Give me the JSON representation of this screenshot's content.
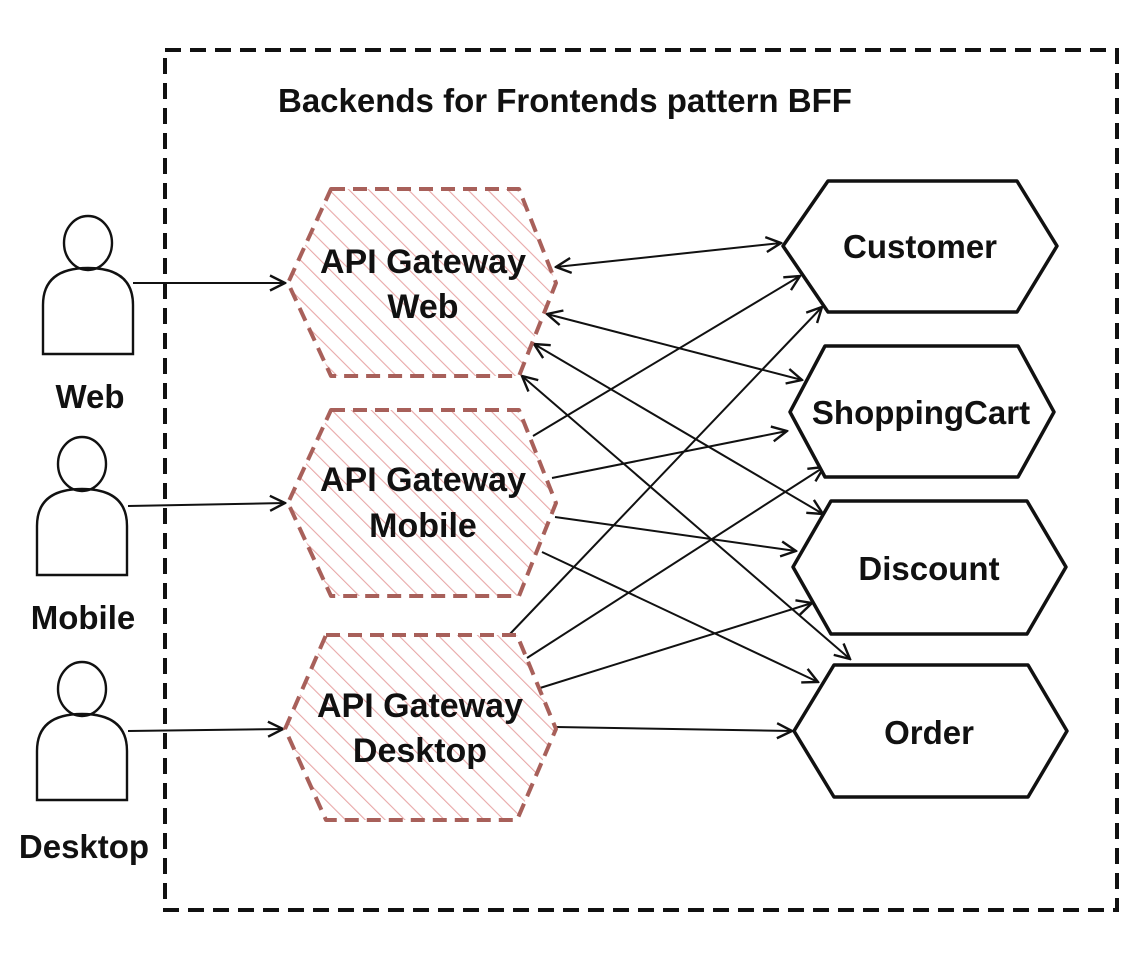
{
  "diagram": {
    "title": "Backends for Frontends pattern BFF",
    "actors": [
      {
        "id": "web",
        "label": "Web"
      },
      {
        "id": "mobile",
        "label": "Mobile"
      },
      {
        "id": "desktop",
        "label": "Desktop"
      }
    ],
    "gateways": [
      {
        "id": "web",
        "line1": "API Gateway",
        "line2": "Web"
      },
      {
        "id": "mobile",
        "line1": "API Gateway",
        "line2": "Mobile"
      },
      {
        "id": "desktop",
        "line1": "API Gateway",
        "line2": "Desktop"
      }
    ],
    "services": [
      {
        "id": "customer",
        "label": "Customer"
      },
      {
        "id": "shoppingcart",
        "label": "ShoppingCart"
      },
      {
        "id": "discount",
        "label": "Discount"
      },
      {
        "id": "order",
        "label": "Order"
      }
    ],
    "colors": {
      "gateway_stroke": "#a8605a",
      "gateway_hatch": "#e8a8a8",
      "stroke": "#111111",
      "background": "#ffffff"
    }
  }
}
